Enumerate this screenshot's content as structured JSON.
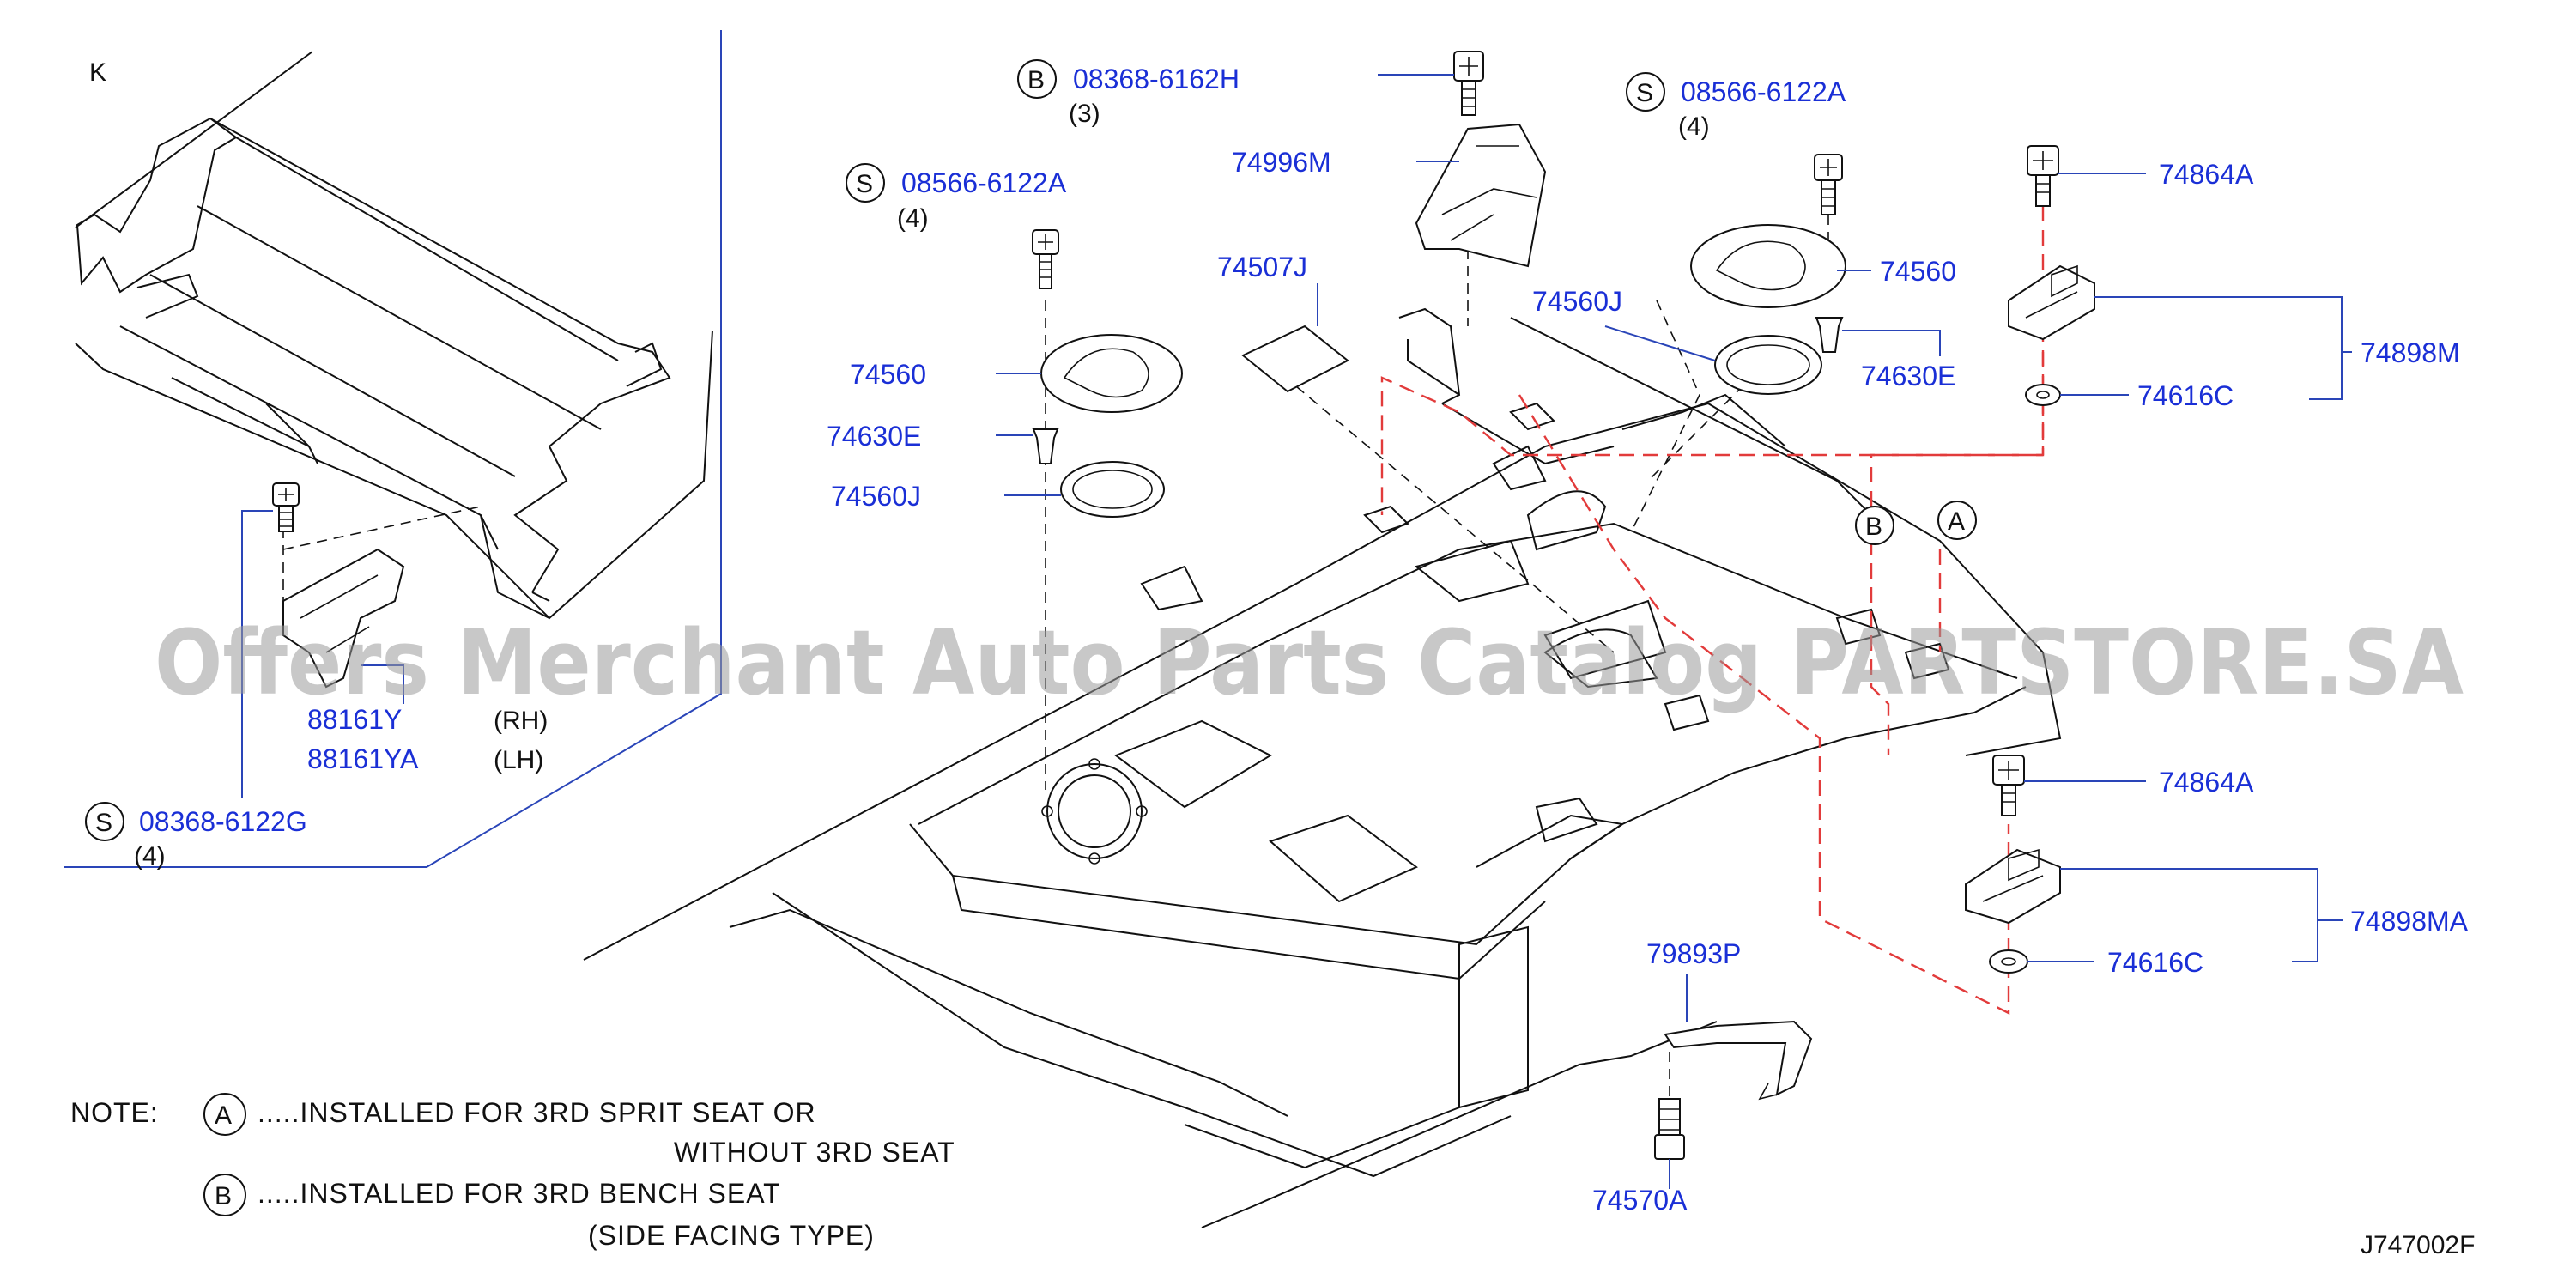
{
  "diagram": {
    "inset_label": "K",
    "callouts": [
      {
        "id": "c1",
        "letter": "B",
        "part": "08368-6162H",
        "qty": "(3)"
      },
      {
        "id": "c2",
        "letter": "S",
        "part": "08566-6122A",
        "qty": "(4)"
      },
      {
        "id": "c3",
        "letter": "S",
        "part": "08566-6122A",
        "qty": "(4)"
      },
      {
        "id": "c4",
        "letter": "S",
        "part": "08368-6122G",
        "qty": "(4)"
      }
    ],
    "parts": {
      "p74996M": "74996M",
      "p74507J": "74507J",
      "p74560_left": "74560",
      "p74630E_left": "74630E",
      "p74560J_left": "74560J",
      "p74560J_right": "74560J",
      "p74560_right": "74560",
      "p74630E_right": "74630E",
      "p74864A_top": "74864A",
      "p74898M": "74898M",
      "p74616C_top": "74616C",
      "p74864A_bottom": "74864A",
      "p74898MA": "74898MA",
      "p74616C_bottom": "74616C",
      "p79893P": "79893P",
      "p74570A": "74570A",
      "p88161Y": "88161Y",
      "p88161YA": "88161YA"
    },
    "side_rh": "(RH)",
    "side_lh": "(LH)",
    "markers": {
      "a": "A",
      "b": "B"
    },
    "notes": {
      "title": "NOTE:",
      "a_letter": "A",
      "a_line1": ".....INSTALLED  FOR  3RD   SPRIT  SEAT  OR",
      "a_line2": "WITHOUT  3RD  SEAT",
      "b_letter": "B",
      "b_line1": ".....INSTALLED  FOR  3RD  BENCH  SEAT",
      "b_line2": "(SIDE  FACING  TYPE)"
    },
    "watermark": "Offers Merchant Auto Parts Catalog PARTSTORE.SA",
    "drawing_code": "J747002F",
    "colors": {
      "part_number": "#1a2fd6",
      "leader": "#2a45b8",
      "option_path": "#e23b3b",
      "line": "#111111"
    }
  }
}
